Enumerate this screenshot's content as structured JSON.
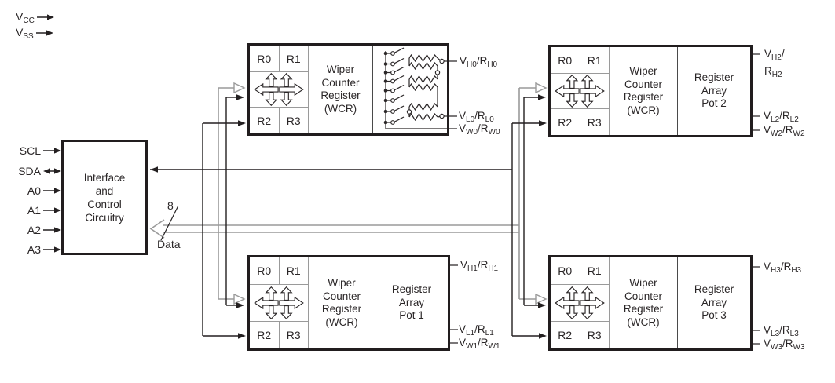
{
  "diagram": {
    "power_pins": [
      {
        "name": "vcc",
        "segments": [
          [
            "n",
            "V"
          ],
          [
            "s",
            "CC"
          ]
        ],
        "direction": "in"
      },
      {
        "name": "vss",
        "segments": [
          [
            "n",
            "V"
          ],
          [
            "s",
            "SS"
          ]
        ],
        "direction": "in"
      }
    ],
    "left_pins": [
      {
        "name": "scl",
        "label": "SCL",
        "direction": "in"
      },
      {
        "name": "sda",
        "label": "SDA",
        "direction": "bidirectional"
      },
      {
        "name": "a0",
        "label": "A0",
        "direction": "in"
      },
      {
        "name": "a1",
        "label": "A1",
        "direction": "in"
      },
      {
        "name": "a2",
        "label": "A2",
        "direction": "in"
      },
      {
        "name": "a3",
        "label": "A3",
        "direction": "in"
      }
    ],
    "interface_block": {
      "label": "Interface\nand\nControl\nCircuitry"
    },
    "data_bus": {
      "width_label": "8",
      "name": "Data"
    },
    "pots": [
      {
        "registers": [
          "R0",
          "R1",
          "R2",
          "R3"
        ],
        "wcr_label": "Wiper\nCounter\nRegister\n(WCR)",
        "pins": {
          "h": [
            [
              "n",
              "V"
            ],
            [
              "s",
              "H0"
            ],
            [
              "n",
              "/R"
            ],
            [
              "s",
              "H0"
            ]
          ],
          "l": [
            [
              "n",
              "V"
            ],
            [
              "s",
              "L0"
            ],
            [
              "n",
              "/R"
            ],
            [
              "s",
              "L0"
            ]
          ],
          "w": [
            [
              "n",
              "V"
            ],
            [
              "s",
              "W0"
            ],
            [
              "n",
              "/R"
            ],
            [
              "s",
              "W0"
            ]
          ]
        }
      },
      {
        "registers": [
          "R0",
          "R1",
          "R2",
          "R3"
        ],
        "wcr_label": "Wiper\nCounter\nRegister\n(WCR)",
        "array_label": "Register\nArray\nPot 1",
        "pins": {
          "h": [
            [
              "n",
              "V"
            ],
            [
              "s",
              "H1"
            ],
            [
              "n",
              "/R"
            ],
            [
              "s",
              "H1"
            ]
          ],
          "l": [
            [
              "n",
              "V"
            ],
            [
              "s",
              "L1"
            ],
            [
              "n",
              "/R"
            ],
            [
              "s",
              "L1"
            ]
          ],
          "w": [
            [
              "n",
              "V"
            ],
            [
              "s",
              "W1"
            ],
            [
              "n",
              "/R"
            ],
            [
              "s",
              "W1"
            ]
          ]
        }
      },
      {
        "registers": [
          "R0",
          "R1",
          "R2",
          "R3"
        ],
        "wcr_label": "Wiper\nCounter\nRegister\n(WCR)",
        "array_label": "Register\nArray\nPot 2",
        "pins": {
          "h": [
            [
              "n",
              "V"
            ],
            [
              "s",
              "H2"
            ],
            [
              "n",
              "/"
            ],
            [
              "br",
              ""
            ],
            [
              "n",
              "R"
            ],
            [
              "s",
              "H2"
            ]
          ],
          "l": [
            [
              "n",
              "V"
            ],
            [
              "s",
              "L2"
            ],
            [
              "n",
              "/R"
            ],
            [
              "s",
              "L2"
            ]
          ],
          "w": [
            [
              "n",
              "V"
            ],
            [
              "s",
              "W2"
            ],
            [
              "n",
              "/R"
            ],
            [
              "s",
              "W2"
            ]
          ]
        }
      },
      {
        "registers": [
          "R0",
          "R1",
          "R2",
          "R3"
        ],
        "wcr_label": "Wiper\nCounter\nRegister\n(WCR)",
        "array_label": "Register\nArray\nPot 3",
        "pins": {
          "h": [
            [
              "n",
              "V"
            ],
            [
              "s",
              "H3"
            ],
            [
              "n",
              "/R"
            ],
            [
              "s",
              "H3"
            ]
          ],
          "l": [
            [
              "n",
              "V"
            ],
            [
              "s",
              "L3"
            ],
            [
              "n",
              "/R"
            ],
            [
              "s",
              "L3"
            ]
          ],
          "w": [
            [
              "n",
              "V"
            ],
            [
              "s",
              "W3"
            ],
            [
              "n",
              "/R"
            ],
            [
              "s",
              "W3"
            ]
          ]
        }
      }
    ],
    "colors": {
      "line": "#231f20",
      "bus_gray": "#9a9a9a"
    }
  }
}
